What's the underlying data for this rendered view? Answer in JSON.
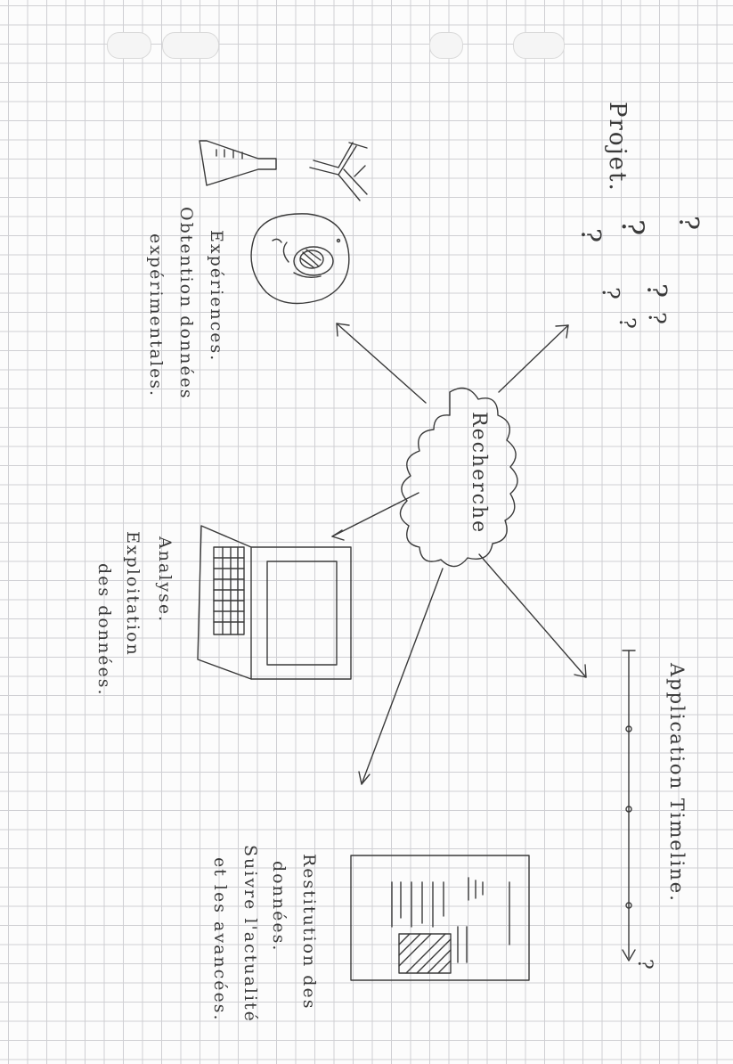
{
  "colors": {
    "ink": "#3a3a3a",
    "paper": "#fcfcfc",
    "grid": "#cfcfd3"
  },
  "center": {
    "label": "Recherche"
  },
  "nodes": {
    "project": {
      "label": "Projet.",
      "marks": [
        "?",
        "?",
        "?",
        "?",
        "?",
        "?",
        "?"
      ]
    },
    "experiences": {
      "line1": "Expériences.",
      "line2": "Obtention données",
      "line3": "expérimentales."
    },
    "analyse": {
      "line1": "Analyse.",
      "line2": "Exploitation",
      "line3": "des données."
    },
    "application": {
      "label": "Application Timeline.",
      "end_mark": "?"
    },
    "restitution": {
      "line1": "Restitution des",
      "line2": "données.",
      "line3": "Suivre l'actualité",
      "line4": "et les avancées."
    }
  },
  "icons": [
    "flask-icon",
    "antibody-icon",
    "cell-icon",
    "laptop-icon",
    "timeline-icon",
    "document-icon"
  ]
}
